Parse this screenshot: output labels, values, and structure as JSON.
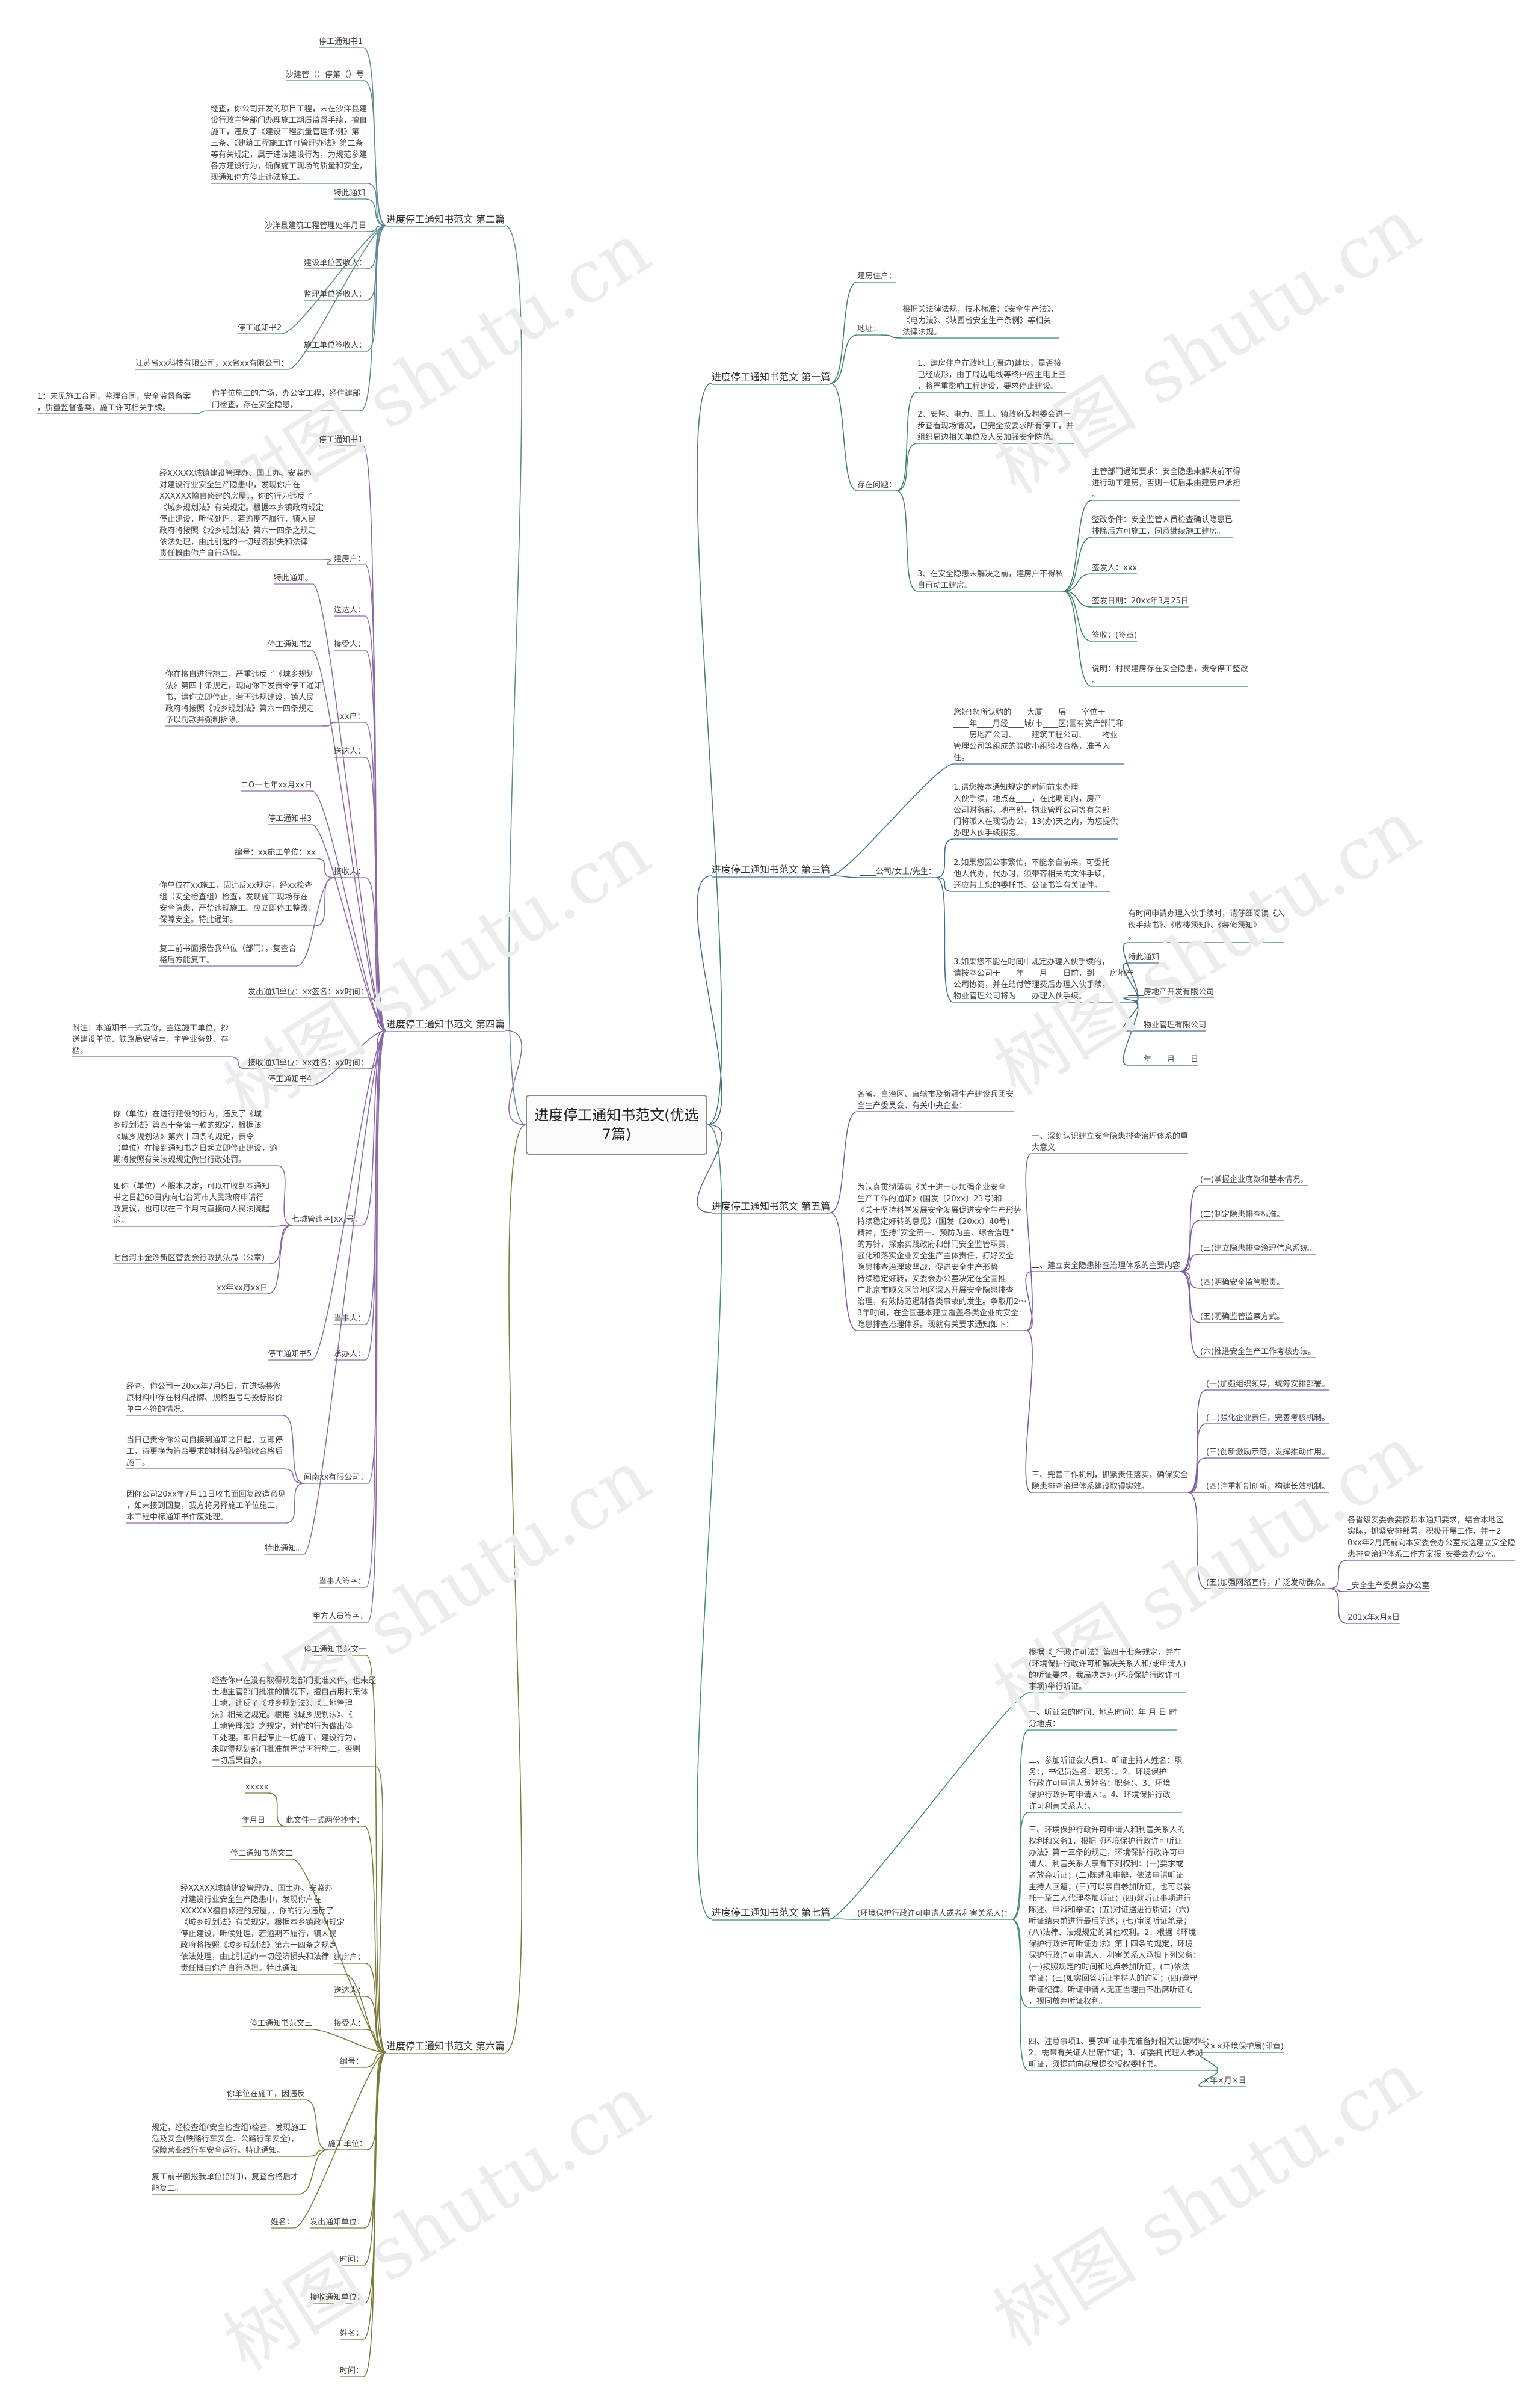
{
  "root": "进度停工通知书范文(优选\n7篇)",
  "watermark": "树图 shutu.cn",
  "colors": {
    "line_left_b2": "#5b8a8f",
    "line_left_b4": "#8a6aa5",
    "line_left_b6": "#7a7a3a",
    "line_right_b1": "#3f7f6f",
    "line_right_b3": "#3f6f8f",
    "line_right_b5": "#7a5aa0",
    "line_right_b7": "#3f8f6f"
  },
  "branches": {
    "b1": "进度停工通知书范文 第一篇",
    "b2": "进度停工通知书范文 第二篇",
    "b3": "进度停工通知书范文 第三篇",
    "b4": "进度停工通知书范文 第四篇",
    "b5": "进度停工通知书范文 第五篇",
    "b6": "进度停工通知书范文 第六篇",
    "b7": "进度停工通知书范文 第七篇"
  },
  "nodes": [
    {
      "id": "n1",
      "t": "停工通知书1"
    },
    {
      "id": "n2",
      "t": "沙建管（）停第（）号"
    },
    {
      "id": "n3",
      "t": "经查，你公司开发的项目工程，未在沙洋县建\n设行政主管部门办理施工期质监督手续，擅自\n施工，违反了《建设工程质量管理条例》第十\n三条、《建筑工程施工许可管理办法》第二条\n等有关规定，属于违法建设行为，为规范参建\n各方建设行为，确保施工现场的质量和安全，\n现通知你方停止违法施工。"
    },
    {
      "id": "n4",
      "t": "特此通知"
    },
    {
      "id": "n5",
      "t": "沙洋县建筑工程管理处年月日"
    },
    {
      "id": "n6",
      "t": "建设单位签收人："
    },
    {
      "id": "n7",
      "t": "监理单位签收人："
    },
    {
      "id": "n8",
      "t": "停工通知书2"
    },
    {
      "id": "n9",
      "t": "施工单位签收人："
    },
    {
      "id": "n10",
      "t": "江苏省xx科技有限公司，xx省xx有限公司："
    },
    {
      "id": "n11",
      "t": "你单位施工的广场，办公室工程，经住建部\n门检查，存在安全隐患，"
    },
    {
      "id": "n12",
      "t": "1：未见施工合同，监理合同，安全监督备案\n，质量监督备案，施工许可相关手续。"
    },
    {
      "id": "n13",
      "t": "停工通知书1"
    },
    {
      "id": "n14",
      "t": "经XXXXX城镇建设管理办、国土办、安监办\n对建设行业安全生产隐患中，发现你户在\nXXXXXX擅自修建的房屋，，你的行为违反了\n《城乡规划法》有关规定。根据本乡镇政府规定\n停止建设，听候处理，若逾期不履行，镇人民\n政府将按照《城乡规划法》第六十四条之规定\n依法处理，由此引起的一切经济损失和法律\n责任概由你户自行承担。"
    },
    {
      "id": "n15",
      "t": "建房户："
    },
    {
      "id": "n16",
      "t": "特此通知。"
    },
    {
      "id": "n17",
      "t": "送达人："
    },
    {
      "id": "n18",
      "t": "停工通知书2"
    },
    {
      "id": "n19",
      "t": "接受人："
    },
    {
      "id": "n20",
      "t": "你在擅自进行施工，严重违反了《城乡规划\n法》第四十条规定，现向你下发责令停工通知\n书，请你立即停止，若再违规建设，镇人民\n政府将按照《城乡规划法》第六十四条规定\n予以罚款并强制拆除。"
    },
    {
      "id": "n21",
      "t": "xx户："
    },
    {
      "id": "n22",
      "t": "送达人："
    },
    {
      "id": "n23",
      "t": "二O一七年xx月xx日"
    },
    {
      "id": "n24",
      "t": "停工通知书3"
    },
    {
      "id": "n25",
      "t": "编号：xx施工单位：xx"
    },
    {
      "id": "n26",
      "t": "你单位在xx施工，因违反xx规定，经xx检查\n组（安全检查组）检查，发现施工现场存在\n安全隐患，严禁违规施工。应立即停工整改，\n保障安全。特此通知。"
    },
    {
      "id": "n27",
      "t": "接收人："
    },
    {
      "id": "n28",
      "t": "复工前书面报告我单位（部门），复查合\n格后方能复工。"
    },
    {
      "id": "n29",
      "t": "发出通知单位：xx签名：xx时间："
    },
    {
      "id": "n30",
      "t": "附注：本通知书一式五份，主送施工单位，抄\n送建设单位、铁路局安监室、主管业务处、存\n档。"
    },
    {
      "id": "n31",
      "t": "接收通知单位：xx姓名：xx时间："
    },
    {
      "id": "n32",
      "t": "停工通知书4"
    },
    {
      "id": "n33",
      "t": "你（单位）在进行建设的行为，违反了《城\n乡规划法》第四十条第一款的规定，根据该\n《城乡规划法》第六十四条的规定，责令\n（单位）在接到通知书之日起立即停止建设，逾\n期将按照有关法规规定做出行政处罚。"
    },
    {
      "id": "n34",
      "t": "如你（单位）不服本决定，可以在收到本通知\n书之日起60日内向七台河市人民政府申请行\n政复议，也可以在三个月内直接向人民法院起\n诉。"
    },
    {
      "id": "n35",
      "t": "七城管违字[xx]号："
    },
    {
      "id": "n36",
      "t": "七台河市金沙新区管委会行政执法局（公章）"
    },
    {
      "id": "n37",
      "t": "xx年xx月xx日"
    },
    {
      "id": "n38",
      "t": "当事人："
    },
    {
      "id": "n39",
      "t": "停工通知书5"
    },
    {
      "id": "n40",
      "t": "承办人："
    },
    {
      "id": "n41",
      "t": "经查，你公司于20xx年7月5日，在进场装修\n原材料中存在材料品牌、规格型号与投标报价\n单中不符的情况。"
    },
    {
      "id": "n42",
      "t": "当日已责令你公司自接到通知之日起，立即停\n工，待更换为符合要求的材料及经验收合格后\n施工。"
    },
    {
      "id": "n43",
      "t": "闻南xx有限公司："
    },
    {
      "id": "n44",
      "t": "因你公司20xx年7月11日收书面回复改造意见\n，如未接到回复，我方将另择施工单位施工，\n本工程中标通知书作废处理。"
    },
    {
      "id": "n45",
      "t": "特此通知。"
    },
    {
      "id": "n46",
      "t": "当事人签字："
    },
    {
      "id": "n47",
      "t": "甲方人员签字："
    },
    {
      "id": "n48",
      "t": "停工通知书范文一"
    },
    {
      "id": "n49",
      "t": "经查你户在没有取得规划部门批准文件、也未经\n土地主管部门批准的情况下，擅自占用村集体\n土地，违反了《城乡规划法》、《土地管理\n法》相关之规定。根据《城乡规划法》、《\n土地管理法》之规定，对你的行为做出停\n工处理。即日起停止一切施工、建设行为，\n未取得规划部门批准前严禁再行施工，否则\n一切后果自负。"
    },
    {
      "id": "n50",
      "t": "xxxxx"
    },
    {
      "id": "n51",
      "t": "年月日"
    },
    {
      "id": "n52",
      "t": "此文件一式两份抄李："
    },
    {
      "id": "n53",
      "t": "停工通知书范文二"
    },
    {
      "id": "n54",
      "t": "经XXXXX城镇建设管理办、国土办、安监办\n对建设行业安全生产隐患中，发现你户在\nXXXXXX擅自修建的房屋，，你的行为违反了\n《城乡规划法》有关规定。根据本乡镇政府规定\n停止建设，听候处理，若逾期不履行，镇人民\n政府将按照《城乡规划法》第六十四条之规定\n依法处理，由此引起的一切经济损失和法律\n责任概由你户自行承担。特此通知"
    },
    {
      "id": "n55",
      "t": "建房户："
    },
    {
      "id": "n56",
      "t": "送达人："
    },
    {
      "id": "n57",
      "t": "停工通知书范文三"
    },
    {
      "id": "n58",
      "t": "接受人："
    },
    {
      "id": "n59",
      "t": "编号："
    },
    {
      "id": "n60",
      "t": "你单位在施工，因违反"
    },
    {
      "id": "n61",
      "t": "规定，经检查组(安全检查组)检查，发现施工\n危及安全(铁路行车安全、公路行车安全)，\n保障营业线行车安全运行。特此通知。"
    },
    {
      "id": "n62",
      "t": "施工单位："
    },
    {
      "id": "n63",
      "t": "复工前书面报我单位(部门)，复查合格后才\n能复工。"
    },
    {
      "id": "n64",
      "t": "姓名："
    },
    {
      "id": "n65",
      "t": "发出通知单位："
    },
    {
      "id": "n66",
      "t": "时间："
    },
    {
      "id": "n67",
      "t": "接收通知单位："
    },
    {
      "id": "n68",
      "t": "姓名："
    },
    {
      "id": "n69",
      "t": "时间："
    },
    {
      "id": "r1",
      "t": "建房住户："
    },
    {
      "id": "r2",
      "t": "地址："
    },
    {
      "id": "r3",
      "t": "根据关法律法规，技术标准：《安全生产法》、\n《电力法》、《陕西省安全生产条例》等相关\n法律法规。"
    },
    {
      "id": "r4",
      "t": "1、建房住户在政地上(周边)建房，是否接\n已经成形，由于周边电线等终户应主电上空\n，将严重影响工程建设，要求停止建设。"
    },
    {
      "id": "r5",
      "t": "2、安监、电力、国土、镇政府及村委会进一\n步查看现场情况，已完全按要求所有停工，并\n组织周边相关单位及人员加强安全防范。"
    },
    {
      "id": "r6",
      "t": "存在问题："
    },
    {
      "id": "r7",
      "t": "主管部门通知要求：安全隐患未解决前不得\n进行动工建房，否则一切后果由建房户承担\n。"
    },
    {
      "id": "r8",
      "t": "整改条件：安全监管人员检查确认隐患已\n排除后方可施工，同意继续施工建房。"
    },
    {
      "id": "r9",
      "t": "签发人：xxx"
    },
    {
      "id": "r10",
      "t": "签发日期：20xx年3月25日"
    },
    {
      "id": "r11",
      "t": "3、在安全隐患未解决之前，建房户不得私\n自再动工建房。"
    },
    {
      "id": "r12",
      "t": "签收：(签章)"
    },
    {
      "id": "r13",
      "t": "说明：村民建房存在安全隐患，责令停工整改\n。"
    },
    {
      "id": "r14",
      "t": "您好!您所认购的____大厦____层____室位于\n____年____月经____城(市____区)国有资产部门和\n____房地产公司、____建筑工程公司、____物业\n管理公司等组成的验收小组验收合格，准予入\n住。"
    },
    {
      "id": "r15",
      "t": "1.请您按本通知规定的时间前来办理\n入伙手续，地点在____，在此期间内，房产\n公司财务部、地产部、物业管理公司等有关部\n门将派人在现场办公，13(办)天之内，为您提供\n办理入伙手续服务。"
    },
    {
      "id": "r16",
      "t": "____公司/女士/先生："
    },
    {
      "id": "r17",
      "t": "2.如果您因公事繁忙，不能亲自前来，可委托\n他人代办，代办时，须带齐相关的文件手续，\n还应带上您的委托书、公证书等有关证件。"
    },
    {
      "id": "r18",
      "t": "3.如果您不能在时间中规定办理入伙手续的，\n请按本公司于____年____月____日前，到____房地产\n公司协商，并在结付管理费后办理入伙手续，\n物业管理公司将为____办理入伙手续。"
    },
    {
      "id": "r19",
      "t": "有时间申请办理入伙手续时，请仔细阅读《入\n伙手续书》、《收楼须知》、《装修须知》\n。"
    },
    {
      "id": "r20",
      "t": "特此通知"
    },
    {
      "id": "r21",
      "t": "____房地产开发有限公司"
    },
    {
      "id": "r22",
      "t": "____物业管理有限公司"
    },
    {
      "id": "r23",
      "t": "____年____月____日"
    },
    {
      "id": "r24",
      "t": "各省、自治区、直辖市及新疆生产建设兵团安\n全生产委员会、有关中央企业："
    },
    {
      "id": "r25",
      "t": "一、深刻认识建立安全隐患排查治理体系的重\n大意义"
    },
    {
      "id": "r26",
      "t": "(一)掌握企业底数和基本情况。"
    },
    {
      "id": "r27",
      "t": "(二)制定隐患排查标准。"
    },
    {
      "id": "r28",
      "t": "为认真贯彻落实《关于进一步加强企业安全\n生产工作的通知》(国发〔20xx〕23号)和\n《关于坚持科学发展安全发展促进安全生产形势\n持续稳定好转的意见》(国发〔20xx〕40号)\n精神，坚持“安全第一、预防为主、综合治理”\n的方针，探索实践政府和部门安全监管职责，\n强化和落实企业安全生产主体责任，打好安全\n隐患排查治理攻坚战，促进安全生产形势\n持续稳定好转，安委会办公室决定在全国推\n广北京市顺义区等地区深入开展安全隐患排查\n治理，有效防范遏制各类事故的发生。争取用2～\n3年时间，在全国基本建立覆盖各类企业的安全\n隐患排查治理体系。现就有关要求通知如下："
    },
    {
      "id": "r29",
      "t": "二、建立安全隐患排查治理体系的主要内容"
    },
    {
      "id": "r30",
      "t": "(三)建立隐患排查治理信息系统。"
    },
    {
      "id": "r31",
      "t": "(四)明确安全监管职责。"
    },
    {
      "id": "r32",
      "t": "(五)明确监管监察方式。"
    },
    {
      "id": "r33",
      "t": "(六)推进安全生产工作考核办法。"
    },
    {
      "id": "r34",
      "t": "(一)加强组织领导，统筹安排部署。"
    },
    {
      "id": "r35",
      "t": "(二)强化企业责任，完善考核机制。"
    },
    {
      "id": "r36",
      "t": "三、完善工作机制，抓紧责任落实，确保安全\n隐患排查治理体系建设取得实效。"
    },
    {
      "id": "r37",
      "t": "(三)创新激励示范，发挥推动作用。"
    },
    {
      "id": "r38",
      "t": "(四)注重机制创新，构建长效机制。"
    },
    {
      "id": "r39",
      "t": "各省级安委会要按照本通知要求，结合本地区\n实际，抓紧安排部署，积极开展工作，并于2\n0xx年2月底前向本安委会办公室报送建立安全隐\n患排查治理体系工作方案报_安委会办公室。"
    },
    {
      "id": "r40",
      "t": "(五)加强网络宣传，广泛发动群众。"
    },
    {
      "id": "r41",
      "t": "_安全生产委员会办公室"
    },
    {
      "id": "r42",
      "t": "201x年x月x日"
    },
    {
      "id": "r43",
      "t": "根据《_行政许可法》第四十七条规定，并在\n(环境保护行政许可和解决关系人和/或申请人)\n的听证要求，我局决定对(环境保护行政许可\n事项)举行听证。"
    },
    {
      "id": "r44",
      "t": "一、听证会的时间、地点时间：年 月 日 时\n分地点："
    },
    {
      "id": "r45",
      "t": "二、参加听证会人员1、听证主持人姓名：职\n务：，书记员姓名：职务：。2、环境保护\n行政许可申请人员姓名：职务：。3、环境\n保护行政许可申请人：。4、环境保护行政\n许可利害关系人：。"
    },
    {
      "id": "r46",
      "t": "(环境保护行政许可申请人或者利害关系人)："
    },
    {
      "id": "r47",
      "t": "三、环境保护行政许可申请人和利害关系人的\n权利和义务1．根据《环境保护行政许可听证\n办法》第十三条的规定，环境保护行政许可申\n请人、利害关系人享有下列权利：(一)要求或\n者放弃听证；(二)陈述和申辩，依法申请听证\n主持人回避；(三)可以亲自参加听证，也可以委\n托一至二人代理参加听证；(四)就听证事项进行\n陈述、申辩和举证；(五)对证据进行质证；(六)\n听证结束前进行最后陈述；(七)审阅听证笔录；\n(八)法律、法规规定的其他权利。2．根据《环境\n保护行政许可听证办法》第十四条的规定，环境\n保护行政许可申请人、利害关系人承担下列义务：\n(一)按照规定的时间和地点参加听证；(二)依法\n举证；(三)如实回答听证主持人的询问；(四)遵守\n听证纪律。听证申请人无正当理由不出席听证的\n，视同放弃听证权利。"
    },
    {
      "id": "r48",
      "t": "四、注意事项1、要求听证事先准备好相关证据材料；\n2、需带有关证人出席作证；3、如委托代理人参加\n听证，须提前向我局提交授权委托书。"
    },
    {
      "id": "r49",
      "t": "×××环境保护局(印章)"
    },
    {
      "id": "r50",
      "t": "×年×月×日"
    }
  ]
}
